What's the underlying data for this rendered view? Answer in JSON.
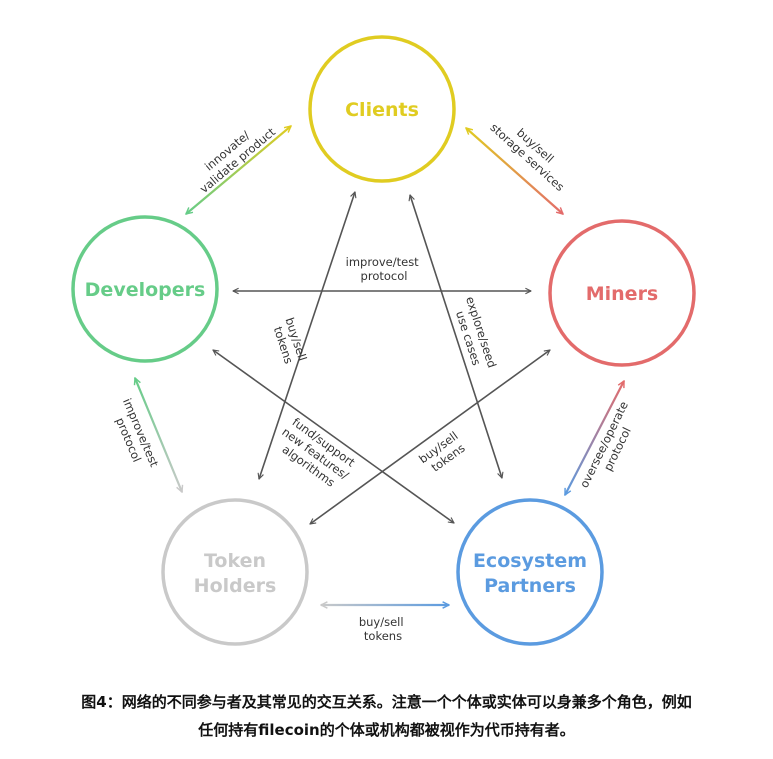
{
  "nodes": {
    "clients": {
      "lines": [
        "Clients"
      ],
      "color": "#e0cc21"
    },
    "developers": {
      "lines": [
        "Developers"
      ],
      "color": "#66cc88"
    },
    "miners": {
      "lines": [
        "Miners"
      ],
      "color": "#e36b6b"
    },
    "token_holders": {
      "lines": [
        "Token",
        "Holders"
      ],
      "color": "#c9c9c9"
    },
    "ecosystem_partners": {
      "lines": [
        "Ecosystem",
        "Partners"
      ],
      "color": "#5b9be0"
    }
  },
  "edges": {
    "dev_clients": [
      "innovate/",
      "validate product"
    ],
    "clients_miners": [
      "buy/sell",
      "storage services"
    ],
    "dev_miners": [
      "improve/test",
      "protocol"
    ],
    "clients_token": [
      "buy/sell",
      "tokens"
    ],
    "clients_eco": [
      "explore/seed",
      "use cases"
    ],
    "dev_token": [
      "improve/test",
      "protocol"
    ],
    "dev_eco": [
      "fund/support",
      "new features/",
      "algorithms"
    ],
    "miners_token": [
      "buy/sell",
      "tokens"
    ],
    "miners_eco": [
      "oversee/operate",
      "protocol"
    ],
    "token_eco": [
      "buy/sell",
      "tokens"
    ]
  },
  "caption": {
    "line1": "图4：网络的不同参与者及其常见的交互关系。注意一个个体或实体可以身兼多个角色，例如",
    "line2": "任何持有filecoin的个体或机构都被视作为代币持有者。"
  }
}
